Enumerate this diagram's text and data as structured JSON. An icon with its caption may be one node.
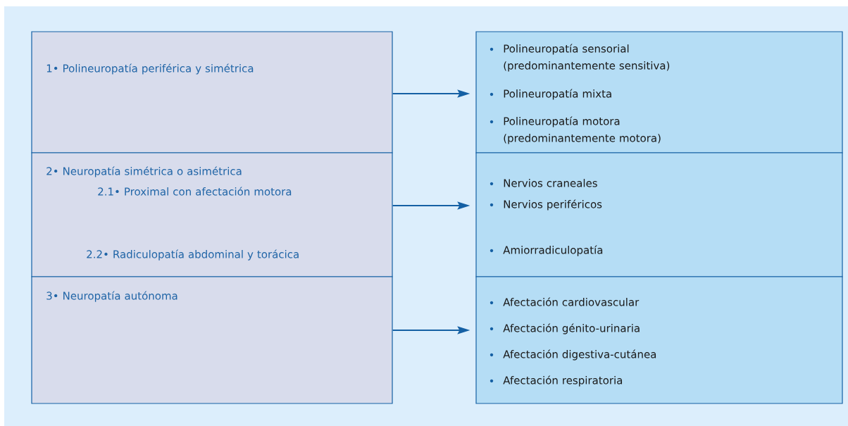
{
  "diagram": {
    "nodes": [
      {
        "text": [
          "1• Polineuropatía periférica y simétrica"
        ]
      },
      {
        "text": [
          "2• Neuropatía simétrica o asimétrica",
          "2.1• Proximal con afectación motora",
          "2.2• Radiculopatía abdominal y torácica"
        ]
      },
      {
        "text": [
          "3• Neuropatía autónoma"
        ]
      },
      {
        "text": [
          "Polineuropatía sensorial (predominantemente sensitiva)",
          "Polineuropatía mixta",
          "Polineuropatía motora (predominantemente motora)"
        ]
      },
      {
        "text": [
          "Nervios craneales",
          "Nervios periféricos",
          "Amiorradiculopatía"
        ]
      },
      {
        "text": [
          "Afectación cardiovascular",
          "Afectación génito-urinaria",
          "Afectación digestiva-cutánea",
          "Afectación respiratoria"
        ]
      }
    ],
    "edges": [
      {
        "from": 0,
        "to": 3,
        "arrow": "to"
      },
      {
        "from": 1,
        "to": 4,
        "arrow": "to"
      },
      {
        "from": 2,
        "to": 5,
        "arrow": "to"
      }
    ]
  }
}
